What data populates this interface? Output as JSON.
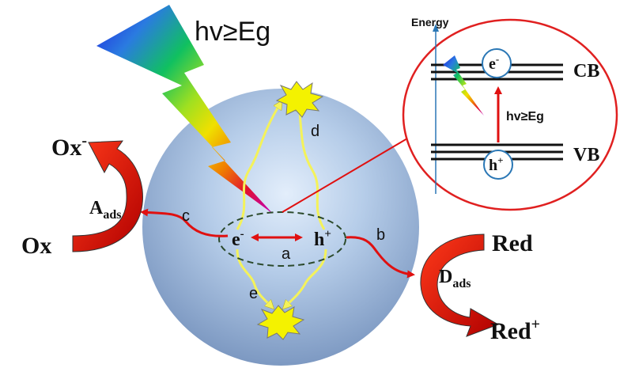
{
  "photon_label": "hv≥Eg",
  "inset": {
    "axis_label": "Energy",
    "cb_label": "CB",
    "vb_label": "VB",
    "electron": "e",
    "electron_sup": "-",
    "hole": "h",
    "hole_sup": "+",
    "excitation_label": "hv≥Eg"
  },
  "particle": {
    "electron": "e",
    "electron_sup": "-",
    "hole": "h",
    "hole_sup": "+"
  },
  "pathways": {
    "a": "a",
    "b": "b",
    "c": "c",
    "d": "d",
    "e": "e"
  },
  "left_reaction": {
    "product": "Ox",
    "product_sup": "-",
    "adsorbed": "A",
    "adsorbed_sub": "ads",
    "reactant": "Ox"
  },
  "right_reaction": {
    "reactant": "Red",
    "adsorbed": "D",
    "adsorbed_sub": "ads",
    "product": "Red",
    "product_sup": "+"
  },
  "colors": {
    "sphere_light": "#dbe9f8",
    "sphere_dark": "#7f9cc4",
    "red_arrow": "#e01010",
    "yellow_path": "#f4f25a",
    "inset_border": "#e02020",
    "axis": "#2a77b5",
    "dashed_ellipse": "#2c4a2c",
    "flow_arrow_dark": "#a80000"
  }
}
